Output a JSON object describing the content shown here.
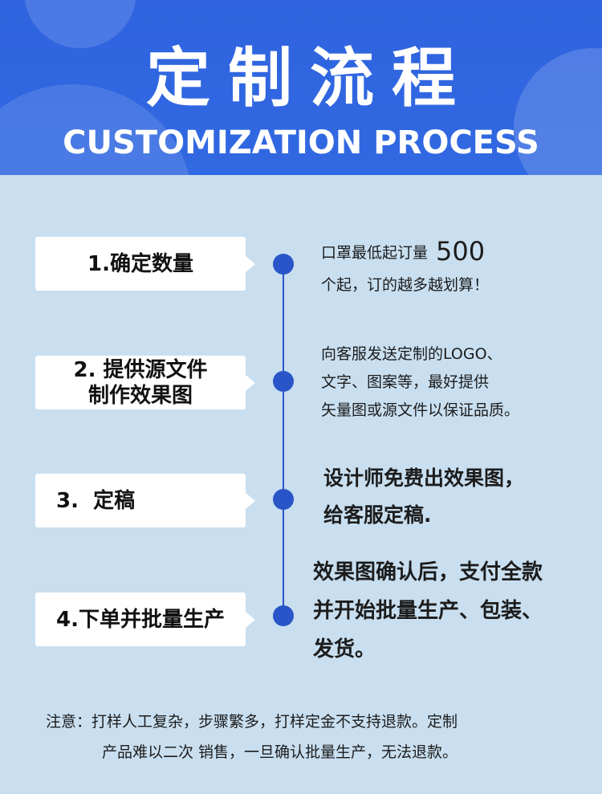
{
  "header": {
    "title_cn": "定制流程",
    "title_en": "CUSTOMIZATION PROCESS"
  },
  "steps": [
    {
      "label": "1.确定数量",
      "desc_line1": "口罩最低起订量",
      "desc_number": "500",
      "desc_line2": "个起，订的越多越划算！"
    },
    {
      "label_line1": "2. 提供源文件",
      "label_line2": "制作效果图",
      "desc_lines": [
        "向客服发送定制的LOGO、",
        "文字、图案等，最好提供",
        "矢量图或源文件以保证品质。"
      ]
    },
    {
      "label": "3.  定稿",
      "desc_lines": [
        "设计师免费出效果图，",
        "给客服定稿."
      ]
    },
    {
      "label": "4.下单并批量生产",
      "desc_lines": [
        "效果图确认后，支付全款",
        "并开始批量生产、包装、",
        "发货。"
      ]
    }
  ],
  "note": {
    "line1": "注意：打样人工复杂，步骤繁多，打样定金不支持退款。定制",
    "line2": "产品难以二次 销售，一旦确认批量生产，无法退款。"
  },
  "colors": {
    "header_blue": "#3169e2",
    "background": "#c9dff0",
    "timeline_blue": "#2a55c8"
  }
}
